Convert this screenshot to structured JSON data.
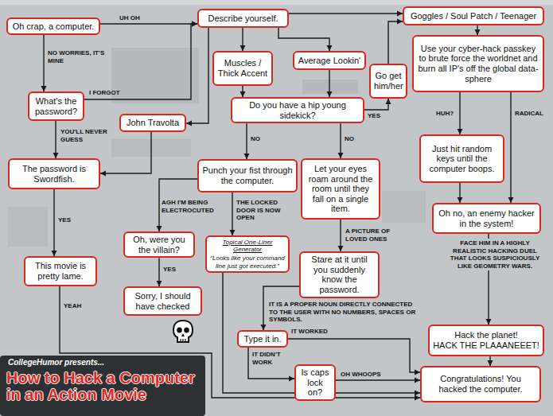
{
  "diagram": {
    "title": "How to Hack a Computer in an Action Movie",
    "nodes": [
      {
        "text": [
          "Oh crap, a computer."
        ]
      },
      {
        "text": [
          "Describe yourself."
        ]
      },
      {
        "text": [
          "Goggles / Soul Patch / Teenager"
        ]
      },
      {
        "text": [
          "Muscles / Thick Accent"
        ]
      },
      {
        "text": [
          "Average Lookin'"
        ]
      },
      {
        "text": [
          "Go get him/her"
        ]
      },
      {
        "text": [
          "Use your cyber-hack passkey to brute force the worldnet and burn all IP's off the global data-sphere"
        ]
      },
      {
        "text": [
          "What's the password?"
        ]
      },
      {
        "text": [
          "Do you have a hip young sidekick?"
        ]
      },
      {
        "text": [
          "John Travolta"
        ]
      },
      {
        "text": [
          "Just hit random keys until the computer boops."
        ]
      },
      {
        "text": [
          "Punch your fist through the computer."
        ]
      },
      {
        "text": [
          "Let your eyes roam around the room until they fall on a single item."
        ]
      },
      {
        "text": [
          "The password is Swordfish."
        ]
      },
      {
        "text": [
          "Oh no, an enemy hacker in the system!"
        ]
      },
      {
        "text": [
          "Oh, were you the villain?"
        ]
      },
      {
        "text": [
          "Topical One-Liner Generator",
          "“Looks like your command line just got executed.”"
        ]
      },
      {
        "text": [
          "This movie is pretty lame."
        ]
      },
      {
        "text": [
          "Stare at it until you suddenly know the password."
        ]
      },
      {
        "text": [
          "Sorry, I should have checked"
        ]
      },
      {
        "text": [
          "Hack the planet!",
          "HACK THE PLAAANEEET!"
        ]
      },
      {
        "text": [
          "Type it in."
        ]
      },
      {
        "text": [
          "Is caps lock on?"
        ]
      },
      {
        "text": [
          "Congratulations! You hacked the computer."
        ]
      }
    ],
    "edges": [
      {
        "from": 0,
        "to": 1,
        "label": "UH OH",
        "arrow": "to"
      },
      {
        "from": 0,
        "to": 7,
        "label": "NO WORRIES, IT'S MINE",
        "arrow": "to"
      },
      {
        "from": 7,
        "to": 1,
        "label": "I FORGOT",
        "arrow": "to"
      },
      {
        "from": 7,
        "to": 13,
        "label": "YOU'LL NEVER GUESS",
        "arrow": "to"
      },
      {
        "from": 1,
        "to": 2,
        "arrow": "to"
      },
      {
        "from": 1,
        "to": 3,
        "arrow": "to"
      },
      {
        "from": 1,
        "to": 4,
        "arrow": "to"
      },
      {
        "from": 1,
        "to": 9,
        "arrow": "to"
      },
      {
        "from": 3,
        "to": 8,
        "arrow": "to"
      },
      {
        "from": 4,
        "to": 8,
        "arrow": "to"
      },
      {
        "from": 8,
        "to": 5,
        "label": "YES",
        "arrow": "to"
      },
      {
        "from": 5,
        "to": 2,
        "arrow": "to"
      },
      {
        "from": 2,
        "to": 6,
        "arrow": "to"
      },
      {
        "from": 8,
        "to": 11,
        "label": "NO",
        "arrow": "to"
      },
      {
        "from": 8,
        "to": 12,
        "label": "NO",
        "arrow": "to"
      },
      {
        "from": 9,
        "to": 13,
        "arrow": "to"
      },
      {
        "from": 6,
        "to": 10,
        "label": "HUH?",
        "arrow": "to"
      },
      {
        "from": 6,
        "to": 14,
        "label": "RADICAL",
        "arrow": "to"
      },
      {
        "from": 10,
        "to": 14,
        "arrow": "to"
      },
      {
        "from": 11,
        "to": 15,
        "label": "AGH I'M BEING ELECTROCUTED",
        "arrow": "to"
      },
      {
        "from": 11,
        "to": 16,
        "label": "THE LOCKED DOOR IS NOW OPEN",
        "arrow": "to"
      },
      {
        "from": 12,
        "to": 18,
        "label": "A PICTURE OF LOVED ONES",
        "arrow": "to"
      },
      {
        "from": 13,
        "to": 17,
        "label": "YES",
        "arrow": "to"
      },
      {
        "from": 14,
        "to": 20,
        "label": "FACE HIM IN A HIGHLY REALISTIC HACKING DUEL THAT LOOKS SUSPICIOUSLY LIKE GEOMETRY WARS.",
        "arrow": "to"
      },
      {
        "from": 15,
        "to": 19,
        "label": "YES",
        "arrow": "to"
      },
      {
        "from": 16,
        "to": 23,
        "arrow": "to"
      },
      {
        "from": 17,
        "to": 23,
        "label": "YEAH",
        "arrow": "to"
      },
      {
        "from": 18,
        "to": 21,
        "label": "IT IS A PROPER NOUN DIRECTLY CONNECTED TO THE USER WITH NO NUMBERS, SPACES OR SYMBOLS.",
        "arrow": "to"
      },
      {
        "from": 21,
        "to": 23,
        "label": "IT WORKED",
        "arrow": "to"
      },
      {
        "from": 21,
        "to": 22,
        "label": "IT DIDN'T WORK",
        "arrow": "to"
      },
      {
        "from": 22,
        "to": 23,
        "label": "OH WHOOPS",
        "arrow": "to"
      },
      {
        "from": 20,
        "to": 23,
        "arrow": "to"
      }
    ],
    "labels": [
      "CollegeHumor presents..."
    ]
  }
}
